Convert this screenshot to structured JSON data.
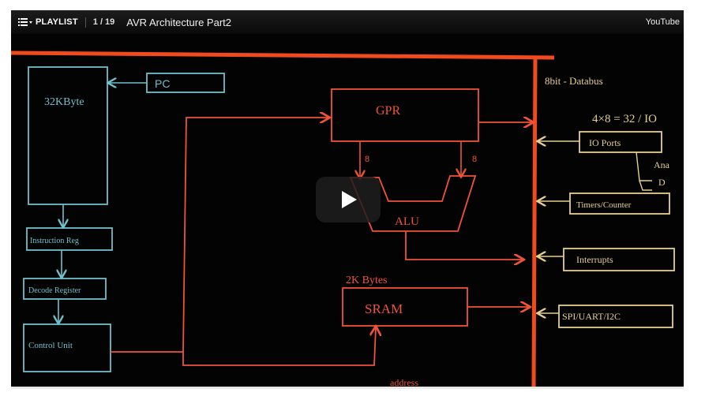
{
  "topbar": {
    "playlist_label": "PLAYLIST",
    "counter": "1 / 19",
    "title": "AVR Architecture Part2",
    "brand": "YouTube"
  },
  "icons": {
    "playlist": "playlist-icon",
    "play": "play-icon"
  },
  "board": {
    "flash": "32KByte",
    "pc": "PC",
    "instruction_register": "Instruction Reg",
    "decode_register": "Decode Register",
    "control_unit": "Control Unit",
    "gpr": "GPR",
    "alu": "ALU",
    "width_a": "8",
    "width_b": "8",
    "sram_size": "2K Bytes",
    "sram": "SRAM",
    "data_bus": "8bit - Databus",
    "port_formula": "4×8 = 32 / IO",
    "io_ports": "IO Ports",
    "analog": "Ana",
    "digital": "D",
    "timers": "Timers/Counter",
    "interrupts": "Interrupts",
    "serial": "SPI/UART/I2C",
    "addr_bus": "address"
  },
  "colors": {
    "chalk_blue": "#6fc0cc",
    "chalk_red": "#f0523a",
    "chalk_yellow": "#e6cf8e",
    "bus_red": "#f04a1e"
  }
}
